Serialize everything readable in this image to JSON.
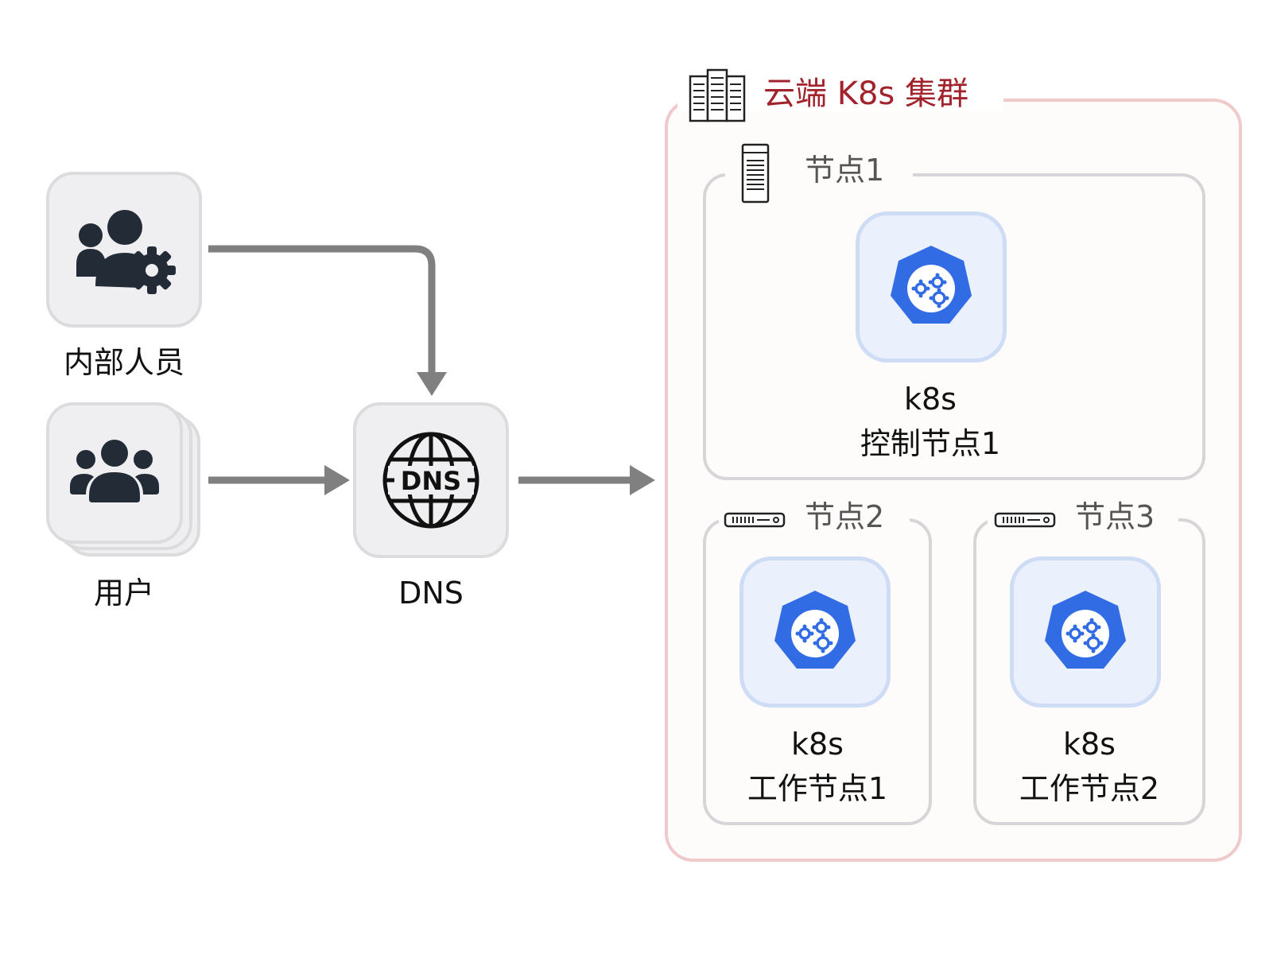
{
  "left": {
    "internal_staff": {
      "label": "内部人员",
      "icon": "users-gear-icon"
    },
    "users": {
      "label": "用户",
      "icon": "users-group-icon"
    },
    "dns": {
      "label": "DNS",
      "icon_text": "DNS"
    }
  },
  "cluster": {
    "title": "云端 K8s 集群",
    "icon": "building-icon",
    "nodes": [
      {
        "title": "节点1",
        "icon": "server-tower-icon",
        "k8s_line1": "k8s",
        "k8s_line2": "控制节点1"
      },
      {
        "title": "节点2",
        "icon": "server-rack-icon",
        "k8s_line1": "k8s",
        "k8s_line2": "工作节点1"
      },
      {
        "title": "节点3",
        "icon": "server-rack-icon",
        "k8s_line1": "k8s",
        "k8s_line2": "工作节点2"
      }
    ]
  },
  "colors": {
    "cluster_border": "#f0c9cb",
    "cluster_title": "#a1232c",
    "k8s_blue": "#326ce5",
    "arrow": "#808080"
  }
}
